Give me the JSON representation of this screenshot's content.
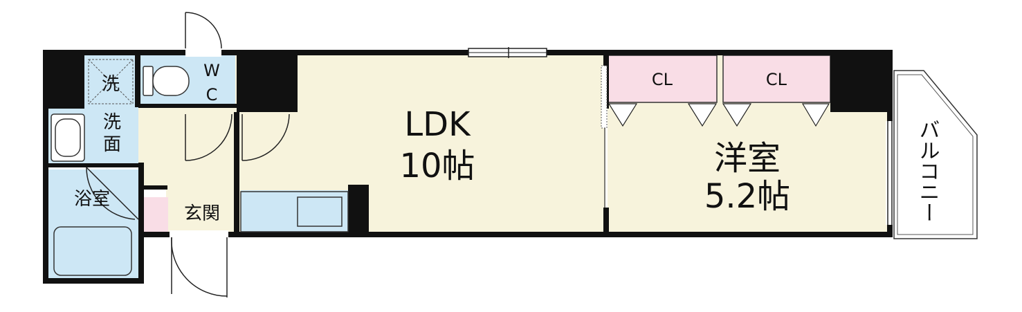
{
  "rooms": {
    "ldk_name": "LDK",
    "ldk_size": "10帖",
    "western_name": "洋室",
    "western_size": "5.2帖",
    "closet_left": "CL",
    "closet_right": "CL",
    "balcony": "バルコニー",
    "wc_w": "W",
    "wc_c": "C",
    "laundry": "洗",
    "washroom_1": "洗",
    "washroom_2": "面",
    "bath": "浴室",
    "entrance": "玄関"
  },
  "colors": {
    "wall": "#111111",
    "floor": "#f7f3dc",
    "wet_area": "#cde7f5",
    "closet": "#f9dde6",
    "balcony": "#ffffff"
  }
}
